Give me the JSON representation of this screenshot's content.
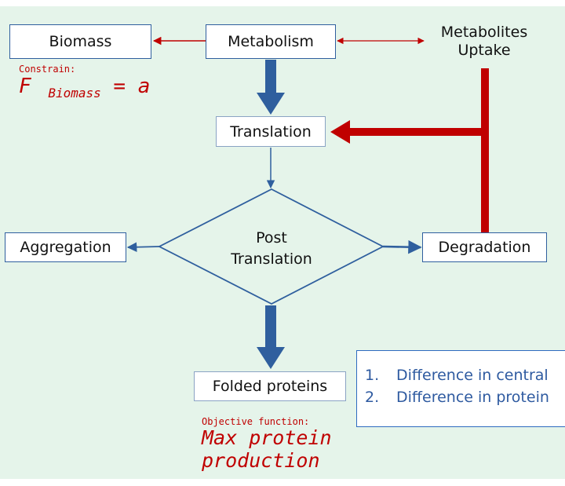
{
  "nodes": {
    "biomass": "Biomass",
    "metabolism": "Metabolism",
    "metabolites_uptake_line1": "Metabolites",
    "metabolites_uptake_line2": "Uptake",
    "translation": "Translation",
    "post_translation_line1": "Post",
    "post_translation_line2": "Translation",
    "aggregation": "Aggregation",
    "degradation": "Degradation",
    "folded_proteins": "Folded proteins"
  },
  "constraint": {
    "label": "Constrain:",
    "lhs": "F",
    "subscript": "Biomass",
    "rhs": " = a"
  },
  "objective": {
    "label": "Objective function:",
    "line1": "Max protein",
    "line2": "production"
  },
  "notes": [
    {
      "num": "1.",
      "text": "Difference in central"
    },
    {
      "num": "2.",
      "text": "Difference in protein"
    }
  ],
  "colors": {
    "flow_blue": "#2f5f9e",
    "feedback_red": "#c00000",
    "background": "#e5f4ea"
  }
}
